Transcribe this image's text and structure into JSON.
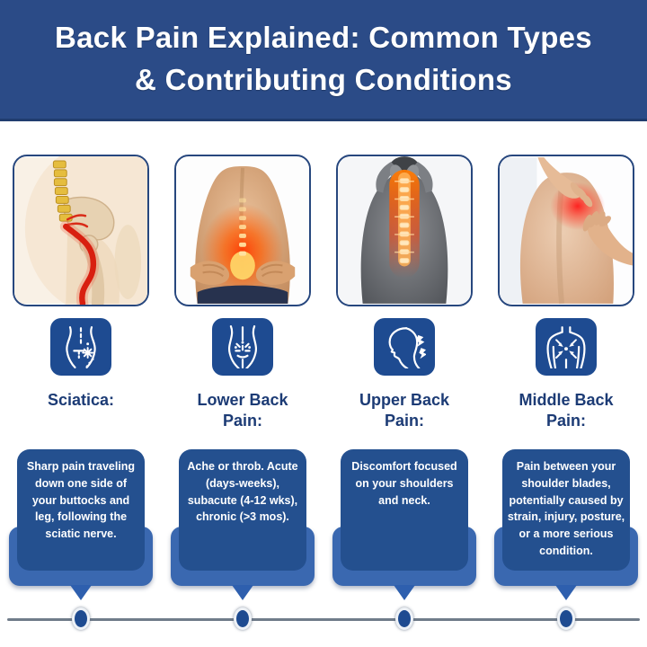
{
  "header": {
    "title_line1": "Back Pain Explained: Common Types",
    "title_line2": "& Contributing Conditions"
  },
  "columns": [
    {
      "label": "Sciatica:",
      "description": "Sharp pain traveling down one side of your buttocks and leg, following the sciatic nerve.",
      "photo": "sciatic-nerve-anatomy-illustration",
      "icon": "hips-sciatic-nerve-icon"
    },
    {
      "label": "Lower Back Pain:",
      "description": "Ache or throb. Acute (days-weeks), subacute (4-12 wks), chronic (>3 mos).",
      "photo": "lower-back-pain-photo",
      "icon": "lower-back-spark-icon"
    },
    {
      "label": "Upper Back Pain:",
      "description": "Discomfort focused on your shoulders and neck.",
      "photo": "upper-back-pain-photo",
      "icon": "neck-lightning-icon"
    },
    {
      "label": "Middle Back Pain:",
      "description": "Pain between your shoulder blades, potentially caused by strain, injury, posture, or a more serious condition.",
      "photo": "middle-back-pain-photo",
      "icon": "mid-back-arrows-icon"
    }
  ],
  "colors": {
    "header_bg": "#2b4b87",
    "bubble_dark": "#24508f",
    "bubble_light": "#3a68b0",
    "icon_bg": "#1e4b91",
    "label_text": "#1c3b75",
    "timeline_line": "#707c8a",
    "timeline_dot": "#1e4b91",
    "pain_highlight": "#ff3800"
  }
}
